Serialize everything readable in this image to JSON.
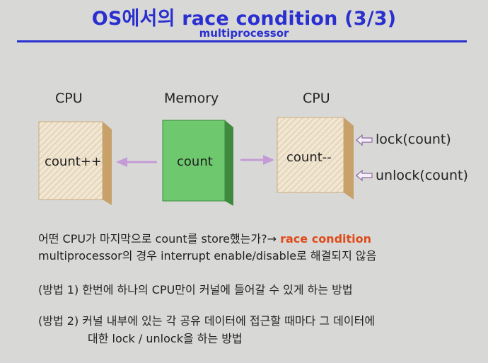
{
  "slide": {
    "title": "OS에서의  race condition (3/3)",
    "subtitle": "multiprocessor"
  },
  "diagram": {
    "left_block_label": "CPU",
    "middle_block_label": "Memory",
    "right_block_label": "CPU",
    "left_block_text": "count++",
    "middle_block_text": "count",
    "right_block_text": "count--",
    "lock_label": "lock(count)",
    "unlock_label": "unlock(count)",
    "colors": {
      "cpu_face": "#f1e6d2",
      "cpu_top": "#b58d5e",
      "cpu_side": "#c7a06a",
      "memory_face": "#6ec86e",
      "memory_top": "#4f9a4f",
      "memory_side": "#3f8a3f",
      "arrow": "#c49bd6"
    }
  },
  "body": {
    "line1_prefix": "어떤 CPU가 마지막으로 count를 store했는가?→ ",
    "line1_highlight": "race condition",
    "line2": "multiprocessor의 경우 interrupt enable/disable로 해결되지 않음",
    "method1": "(방법 1) 한번에 하나의 CPU만이 커널에 들어갈 수 있게 하는 방법",
    "method2_line1": "(방법 2) 커널 내부에 있는 각 공유 데이터에 접근할 때마다 그 데이터에",
    "method2_line2": "대한 lock / unlock을 하는 방법"
  }
}
